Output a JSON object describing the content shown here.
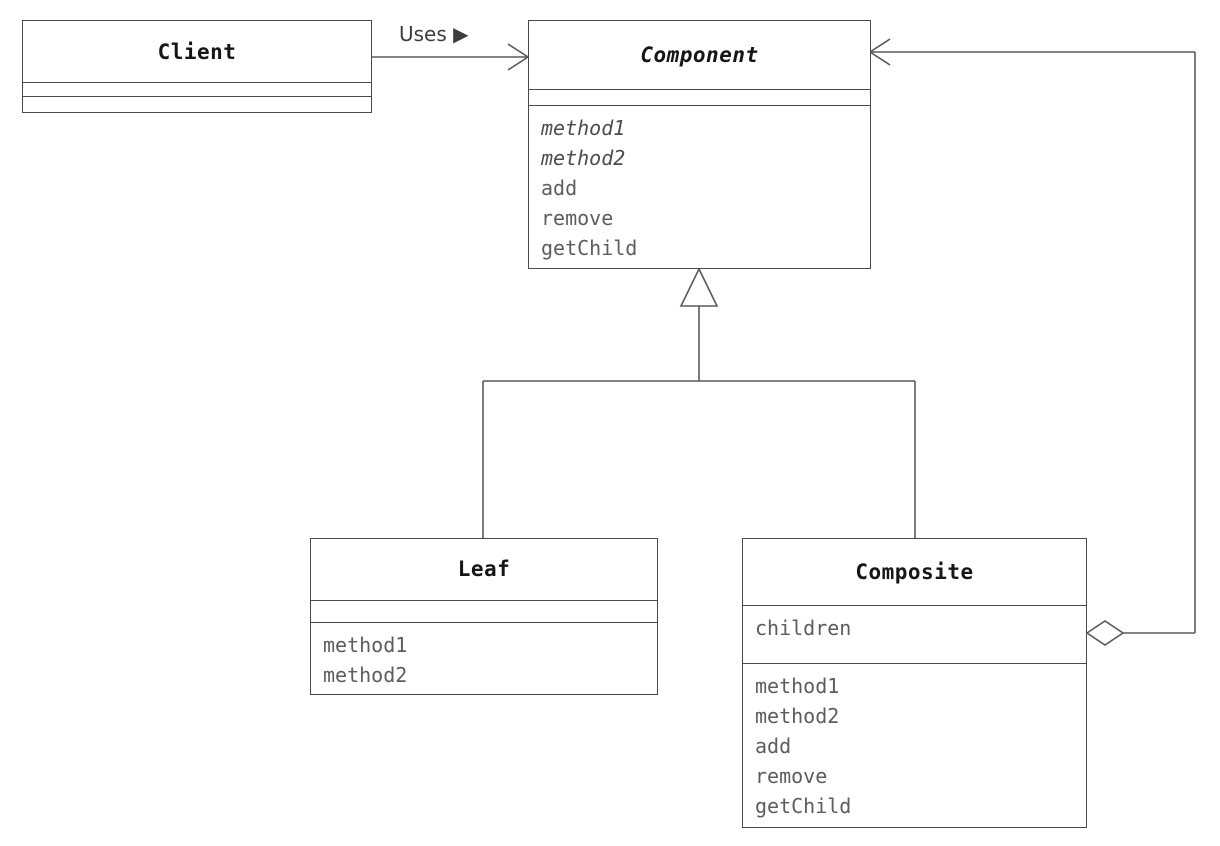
{
  "diagram": {
    "title": "Composite Pattern UML Class Diagram",
    "type": "uml-class-diagram",
    "stroke_color": "#4a4a4a",
    "text_color": "#5d5d5d",
    "title_color": "#161616",
    "background": "#ffffff"
  },
  "classes": [
    {
      "id": "client",
      "name": "Client",
      "abstract": false,
      "attributes": [],
      "operations": [],
      "has_empty_attribute_compartment": true,
      "has_empty_operation_compartment": true
    },
    {
      "id": "component",
      "name": "Component",
      "abstract": true,
      "attributes": [],
      "operations": [
        {
          "name": "method1",
          "abstract": true
        },
        {
          "name": "method2",
          "abstract": true
        },
        {
          "name": "add",
          "abstract": false
        },
        {
          "name": "remove",
          "abstract": false
        },
        {
          "name": "getChild",
          "abstract": false
        }
      ],
      "has_empty_attribute_compartment": true,
      "has_empty_operation_compartment": false
    },
    {
      "id": "leaf",
      "name": "Leaf",
      "abstract": false,
      "attributes": [],
      "operations": [
        {
          "name": "method1",
          "abstract": false
        },
        {
          "name": "method2",
          "abstract": false
        }
      ],
      "has_empty_attribute_compartment": true,
      "has_empty_operation_compartment": false
    },
    {
      "id": "composite",
      "name": "Composite",
      "abstract": false,
      "attributes": [
        {
          "name": "children"
        }
      ],
      "operations": [
        {
          "name": "method1",
          "abstract": false
        },
        {
          "name": "method2",
          "abstract": false
        },
        {
          "name": "add",
          "abstract": false
        },
        {
          "name": "remove",
          "abstract": false
        },
        {
          "name": "getChild",
          "abstract": false
        }
      ],
      "has_empty_attribute_compartment": false,
      "has_empty_operation_compartment": false
    }
  ],
  "relationships": [
    {
      "id": "client-uses-component",
      "kind": "dependency",
      "label": "Uses ▶",
      "from": "Client",
      "to": "Component",
      "arrow": "open"
    },
    {
      "id": "leaf-inherits-component",
      "kind": "generalization",
      "label": "",
      "from": "Leaf",
      "to": "Component",
      "arrow": "hollow-triangle"
    },
    {
      "id": "composite-inherits-component",
      "kind": "generalization",
      "label": "",
      "from": "Composite",
      "to": "Component",
      "arrow": "hollow-triangle"
    },
    {
      "id": "composite-aggregates-component",
      "kind": "aggregation",
      "label": "",
      "from": "Composite",
      "to": "Component",
      "arrow": "open",
      "diamond": "hollow"
    }
  ]
}
